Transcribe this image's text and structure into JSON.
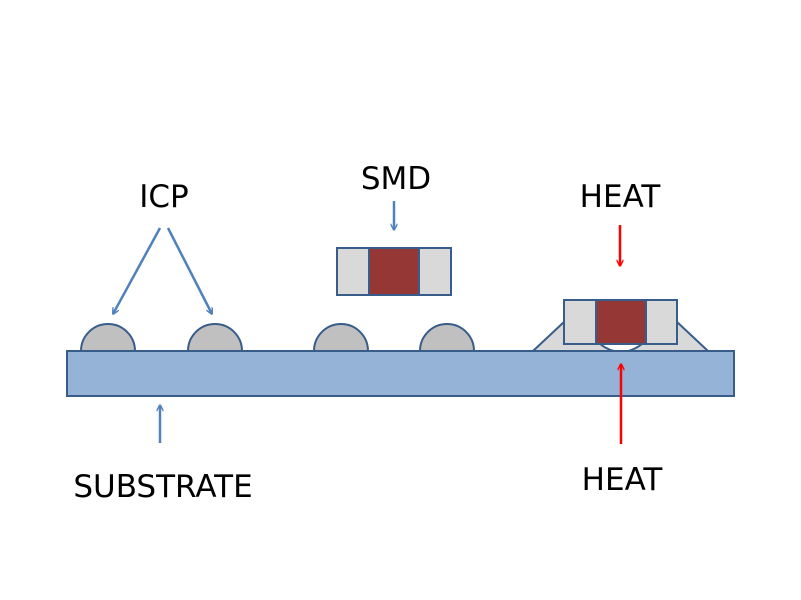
{
  "labels": {
    "icp": "ICP",
    "smd": "SMD",
    "heat_top": "HEAT",
    "heat_bottom": "HEAT",
    "substrate": "SUBSTRATE"
  },
  "colors": {
    "substrate_fill": "#95b3d7",
    "outline": "#385d8a",
    "bump_fill": "#c0c0c0",
    "smd_body": "#d9d9d9",
    "smd_core": "#953735",
    "blue_arrow": "#4f81bd",
    "red_arrow": "#ff0000"
  }
}
